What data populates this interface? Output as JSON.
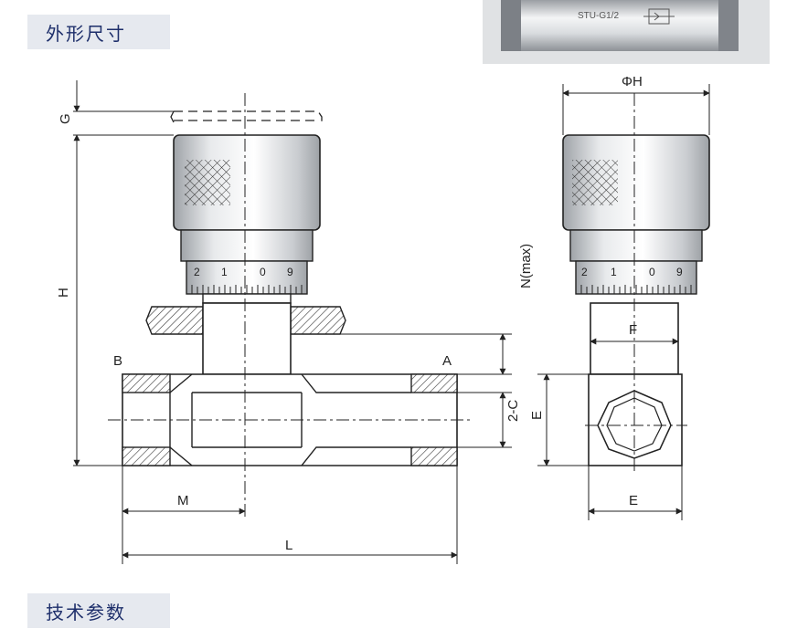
{
  "sections": {
    "dimensions_title": "外形尺寸",
    "tech_params_title": "技术参数"
  },
  "photo": {
    "engraving": "STU-G1/2"
  },
  "drawing": {
    "labels": {
      "G": "G",
      "H_left": "H",
      "N": "N(max)",
      "B": "B",
      "A": "A",
      "C": "2-C",
      "M": "M",
      "L": "L",
      "phiH": "ΦH",
      "F": "F",
      "E_vertical": "E",
      "E_bottom": "E"
    },
    "scale_digits": [
      "2",
      "1",
      "0",
      "9"
    ]
  }
}
